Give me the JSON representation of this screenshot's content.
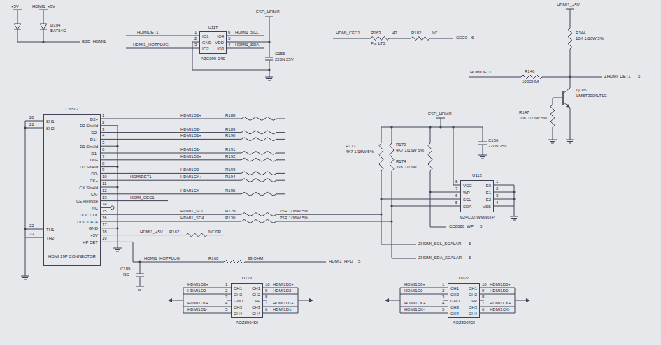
{
  "diagram": {
    "nodes": [
      {
        "text": [
          "U117",
          "AZC099-04S",
          "IO1",
          "GND",
          "IO2",
          "IO4",
          "VDD",
          "IO3"
        ]
      },
      {
        "text": [
          "CN502",
          "HDMI 19P CONNECTOR",
          "D2+",
          "D2 Shield",
          "D2-",
          "D1+",
          "D1 Shield",
          "D1-",
          "D0+",
          "D0 Shield",
          "D0-",
          "CK+",
          "CK Shield",
          "CK-",
          "CE Remote",
          "NC",
          "DDC CLK",
          "DDC DATA",
          "GND",
          "+5V",
          "HP DET",
          "SH1",
          "SH2",
          "TH1",
          "TH2"
        ]
      },
      {
        "text": [
          "U113",
          "M24C02-WMN6TP",
          "VCC",
          "WP",
          "SCL",
          "SDA",
          "E0",
          "E1",
          "E2",
          "VSS"
        ]
      },
      {
        "text": [
          "U123",
          "AOZ8904DI",
          "CH1",
          "CH2",
          "GND",
          "CH3",
          "CH4",
          "CH1",
          "CH2",
          "VP",
          "CH3",
          "CH4"
        ]
      },
      {
        "text": [
          "U122",
          "AOZ8904DI",
          "CH1",
          "CH2",
          "GND",
          "CH3",
          "CH4",
          "CH1",
          "CH2",
          "VP",
          "CH3",
          "CH4"
        ]
      }
    ],
    "edges": [
      {
        "from": 1,
        "to": 2,
        "arrow": "none"
      },
      {
        "from": 1,
        "to": 2,
        "arrow": "none"
      }
    ],
    "labels": [
      "+5V",
      "HDMI1_+5V",
      "D104",
      "BAT54C",
      "ESD_HDMI1",
      "ESD_HDMI1",
      "HDMIDET1",
      "HDMI1_HOTPLUG",
      "1",
      "2",
      "3",
      "6",
      "5",
      "4",
      "HDMI1_SCL",
      "HDMI1_SDA",
      "C155",
      "220N 25V",
      "HDMI_CEC1",
      "R163",
      "47",
      "R182",
      "NC",
      "For LTS",
      "CEC0",
      "6",
      "HDMI1_+5V",
      "R144",
      "10K 1/16W 5%",
      "HDMIDET1",
      "R146",
      "100OHM",
      "ZHDMI_DET1",
      "5",
      "Q105",
      "LMBT3904LT1G",
      "R147",
      "10K 1/16W 5%",
      "ESD_HDMI1",
      "C156",
      "220N 25V",
      "R173",
      "4K7 1/16W 5%",
      "R172",
      "4K7 1/16W 5%",
      "R174",
      "33K 1/16W",
      "8",
      "7",
      "6",
      "5",
      "1",
      "2",
      "3",
      "4",
      "CC8020_WP",
      "5",
      "ZHDMI_SCL_SCALAR",
      "5",
      "ZHDMI_SDA_SCALAR",
      "5",
      "1",
      "2",
      "3",
      "4",
      "5",
      "6",
      "7",
      "8",
      "9",
      "10",
      "11",
      "12",
      "13",
      "14",
      "15",
      "16",
      "17",
      "18",
      "19",
      "20",
      "21",
      "22",
      "23",
      "HDMI1D2+",
      "R188",
      "HDMI1D2-",
      "R189",
      "HDMI1D1+",
      "R190",
      "HDMI1D1-",
      "R191",
      "HDMI1D0+",
      "R192",
      "HDMI1D0-",
      "R193",
      "HDMIDET1",
      "HDMI1CK+",
      "R194",
      "HDMI1CK-",
      "R195",
      "HDMI_CEC1",
      "HDMI1_SCL",
      "R129",
      "75R 1/16W 5%",
      "HDMI1_SDA",
      "R130",
      "75R 1/16W 5%",
      "HDMI1_+5V",
      "R162",
      "NC/0R",
      "HDMI1_HOTPLUG",
      "R160",
      "33 OHM",
      "HDMI1_HPD",
      "5",
      "C189",
      "NC",
      "1",
      "2",
      "3",
      "4",
      "5",
      "10",
      "9",
      "8",
      "7",
      "6",
      "HDMI1D2+",
      "HDMI1D2-",
      "HDMI1D1+",
      "HDMI1D1-",
      "HDMI1D2+",
      "HDMI1D2-",
      "HDMI1D1+",
      "HDMI1D1-",
      "1",
      "2",
      "3",
      "4",
      "5",
      "10",
      "9",
      "8",
      "7",
      "6",
      "HDMI1D0+",
      "HDMI1D0-",
      "HDMI1CK+",
      "HDMI1CK-",
      "HDMI1D0+",
      "HDMI1D0-",
      "HDMI1CK+",
      "HDMI1CK-"
    ]
  }
}
